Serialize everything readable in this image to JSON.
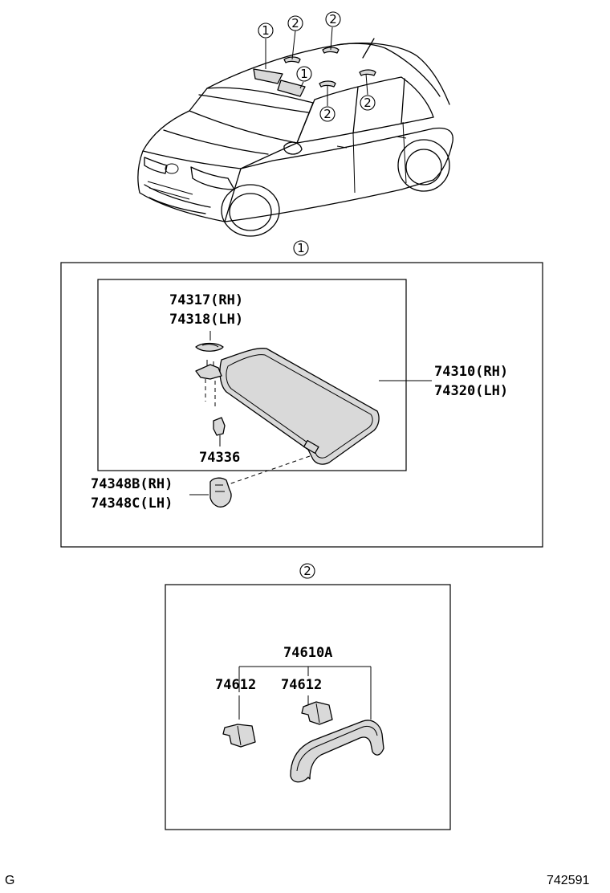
{
  "callouts": {
    "sun_visor": "1",
    "assist_grip": "2"
  },
  "section1": {
    "holder_rh": "74317(RH)",
    "holder_lh": "74318(LH)",
    "visor_rh": "74310(RH)",
    "visor_lh": "74320(LH)",
    "clip": "74336",
    "hook_rh": "74348B(RH)",
    "hook_lh": "74348C(LH)"
  },
  "section2": {
    "grip_assy": "74610A",
    "cap_left": "74612",
    "cap_right": "74612"
  },
  "footer": {
    "left_code": "G",
    "right_code": "742591"
  }
}
